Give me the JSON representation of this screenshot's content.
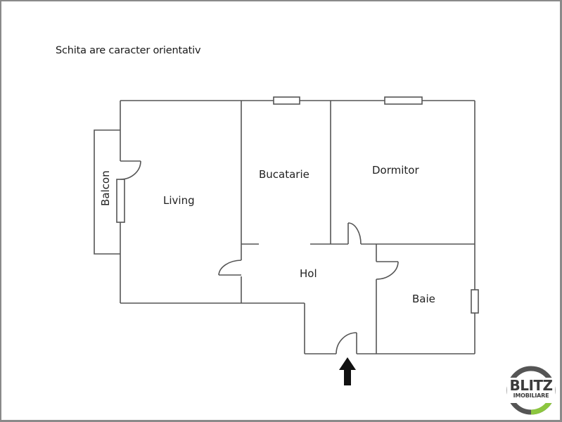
{
  "note": "Schita are caracter orientativ",
  "rooms": {
    "living": "Living",
    "bucatarie": "Bucatarie",
    "dormitor": "Dormitor",
    "hol": "Hol",
    "baie": "Baie",
    "balcon": "Balcon"
  },
  "entrance": {
    "icon": "arrow-up-icon"
  },
  "logo": {
    "line1": "BLITZ",
    "line2": "IMOBILIARE",
    "ring_color": "#555555",
    "accent_color": "#8cc63f"
  },
  "colors": {
    "wall": "#555555",
    "background": "#ffffff",
    "text": "#222222"
  }
}
